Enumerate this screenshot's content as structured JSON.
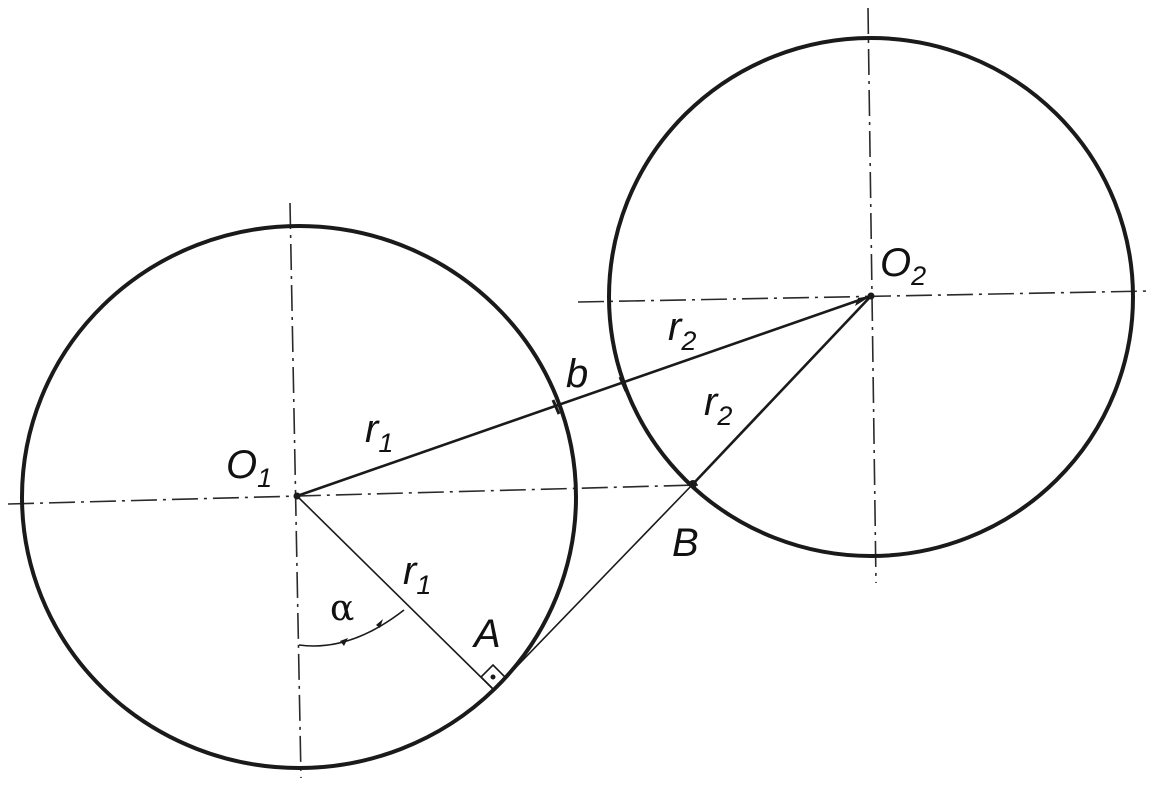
{
  "labels": {
    "o1": "O",
    "o1_sub": "1",
    "o2": "O",
    "o2_sub": "2",
    "r1_upper": "r",
    "r1_upper_sub": "1",
    "r1_lower": "r",
    "r1_lower_sub": "1",
    "r2_upper": "r",
    "r2_upper_sub": "2",
    "r2_lower": "r",
    "r2_lower_sub": "2",
    "b": "b",
    "A": "A",
    "B": "B",
    "alpha": "α"
  }
}
